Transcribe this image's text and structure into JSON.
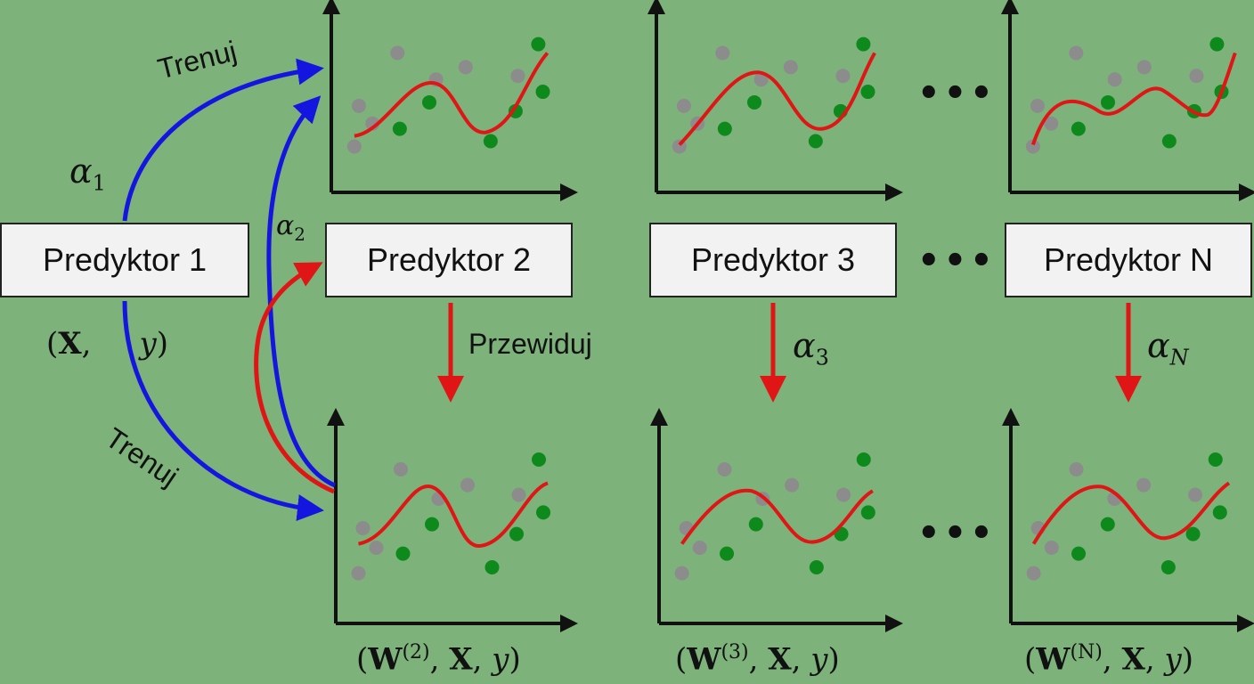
{
  "predictors": [
    {
      "label": "Predyktor 1"
    },
    {
      "label": "Predyktor 2"
    },
    {
      "label": "Predyktor 3"
    },
    {
      "label": "Predyktor N"
    }
  ],
  "edge_labels": {
    "train_top": "Trenuj",
    "train_bottom": "Trenuj",
    "predict": "Przewiduj"
  },
  "weights": {
    "alpha_1": {
      "base": "α",
      "sub": "1"
    },
    "alpha_2": {
      "base": "α",
      "sub": "2"
    },
    "alpha_3": {
      "base": "α",
      "sub": "3"
    },
    "alpha_N": {
      "base": "α",
      "sub": "N"
    }
  },
  "input_tuple": {
    "open": "(",
    "X": "X",
    "comma": ",",
    "y": "y",
    "close": ")"
  },
  "dataset_labels": [
    {
      "W": "W",
      "sup": "(2)",
      "X": "X",
      "y": "y"
    },
    {
      "W": "W",
      "sup": "(3)",
      "X": "X",
      "y": "y"
    },
    {
      "W": "W",
      "sup": "(N)",
      "X": "X",
      "y": "y"
    }
  ],
  "ellipsis": "•••",
  "colors": {
    "background": "#7db27b",
    "train_arrow": "#1515e0",
    "predict_arrow": "#e01515",
    "fit_curve": "#e01515",
    "point_gray": "#8c8c8c",
    "point_green": "#0e8a1c",
    "axis": "#111111",
    "box_fill": "#f2f2f2"
  }
}
